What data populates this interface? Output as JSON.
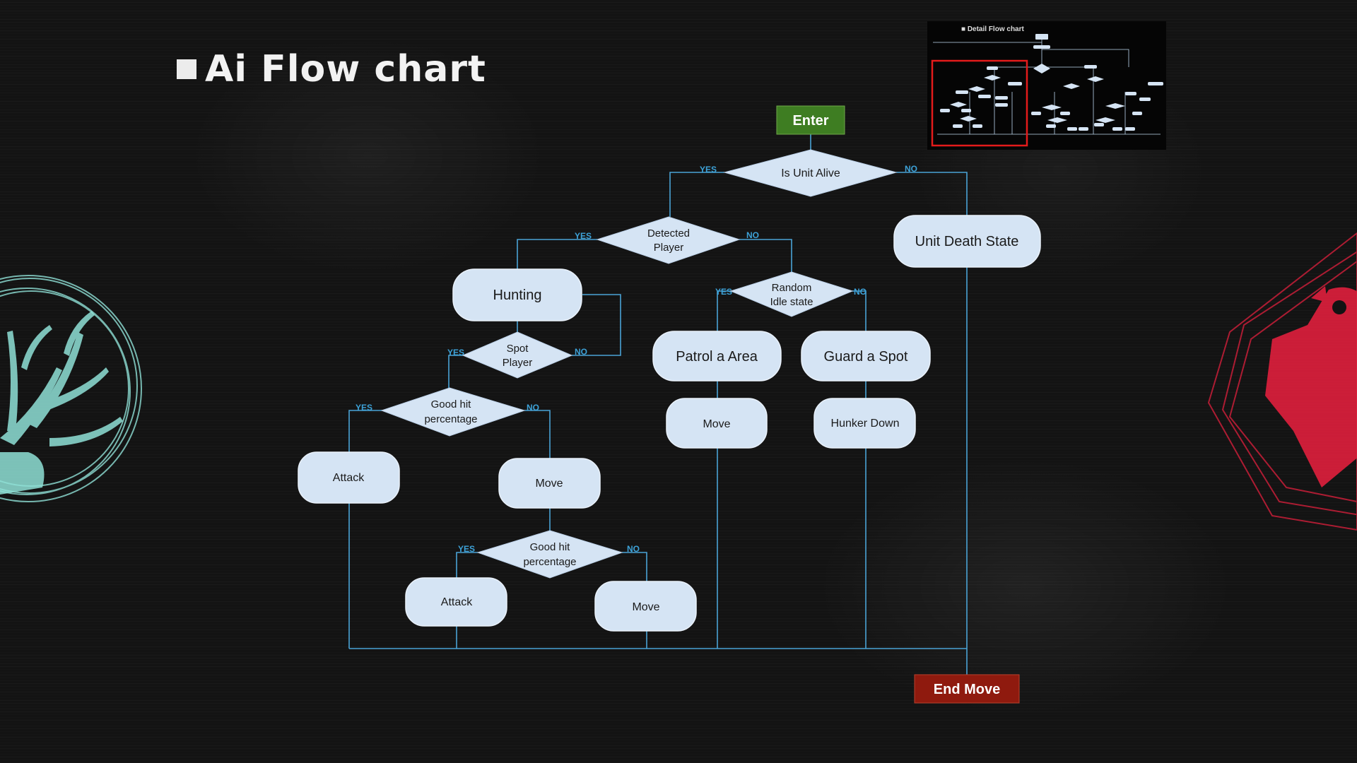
{
  "page": {
    "title": "Ai Flow chart"
  },
  "minimap": {
    "title": "■ Detail Flow chart",
    "highlight_color": "#e31b1b"
  },
  "colors": {
    "node_fill": "#d5e4f4",
    "edge": "#4aa3d6",
    "enter_fill": "#3e7d22",
    "end_fill": "#8f1a0e",
    "emblem_left": "#8fe0d6",
    "emblem_right": "#e01f3d"
  },
  "terminals": {
    "enter": "Enter",
    "end": "End Move"
  },
  "decisions": {
    "is_unit_alive": "Is Unit Alive",
    "detected_player": [
      "Detected",
      "Player"
    ],
    "random_idle": [
      "Random",
      "Idle state"
    ],
    "spot_player": [
      "Spot",
      "Player"
    ],
    "good_hit_1": [
      "Good hit",
      "percentage"
    ],
    "good_hit_2": [
      "Good hit",
      "percentage"
    ]
  },
  "processes": {
    "unit_death": "Unit Death State",
    "hunting": "Hunting",
    "patrol": "Patrol a Area",
    "guard": "Guard a Spot",
    "move_patrol": "Move",
    "hunker": "Hunker Down",
    "attack_1": "Attack",
    "move_1": "Move",
    "attack_2": "Attack",
    "move_2": "Move"
  },
  "edge_labels": {
    "yes": "YES",
    "no": "NO"
  }
}
